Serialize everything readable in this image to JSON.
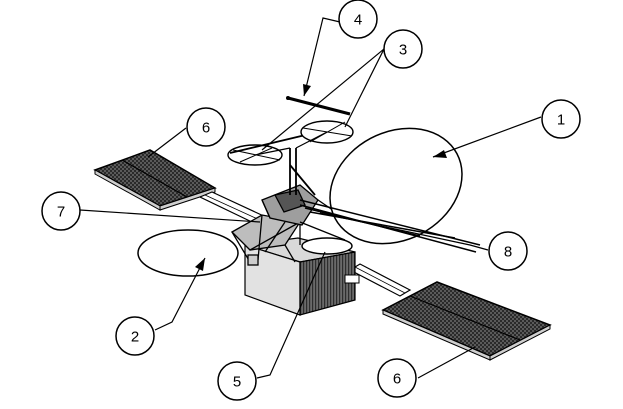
{
  "callouts": {
    "c1": "1",
    "c2": "2",
    "c3": "3",
    "c4": "4",
    "c5": "5",
    "c6a": "6",
    "c6b": "6",
    "c7": "7",
    "c8": "8"
  }
}
